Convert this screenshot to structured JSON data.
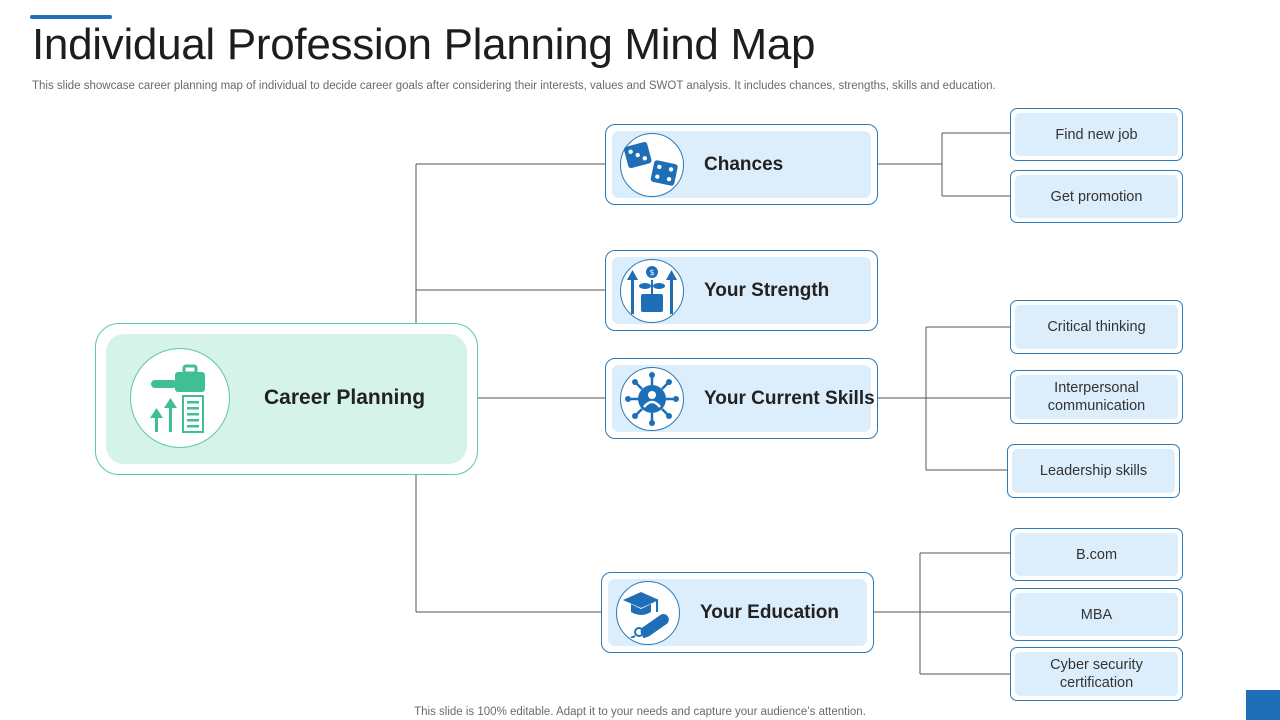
{
  "header": {
    "title": "Individual Profession Planning Mind Map",
    "subtitle": "This slide showcase career planning map of individual to decide career goals after considering their interests, values and SWOT analysis. It includes chances, strengths, skills and education."
  },
  "center": {
    "label": "Career Planning",
    "icon": "career-growth-icon"
  },
  "branches": [
    {
      "label": "Chances",
      "icon": "dice-icon",
      "leaves": [
        "Find new job",
        "Get promotion"
      ]
    },
    {
      "label": "Your Strength",
      "icon": "plant-growth-icon",
      "leaves": []
    },
    {
      "label": "Your Current Skills",
      "icon": "skills-network-icon",
      "leaves": [
        "Critical thinking",
        "Interpersonal communication",
        "Leadership skills"
      ]
    },
    {
      "label": "Your Education",
      "icon": "graduation-cap-icon",
      "leaves": [
        "B.com",
        "MBA",
        "Cyber security certification"
      ]
    }
  ],
  "footer": {
    "text": "This slide is 100% editable. Adapt it to your needs and capture your audience’s attention."
  },
  "colors": {
    "accent": "#1f6fb8",
    "branch_border": "#2d7ab8",
    "branch_fill": "#dcedfb",
    "center_border": "#5ccaa2",
    "center_fill": "#d5f3e8"
  }
}
